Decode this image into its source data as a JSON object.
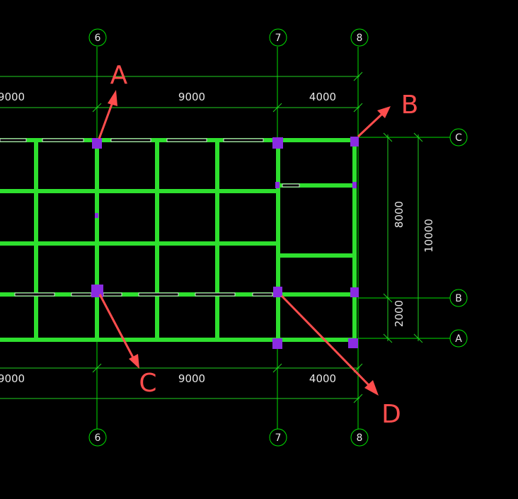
{
  "colors": {
    "background": "#000000",
    "grid_line": "#00e000",
    "dim_line": "#1fd01f",
    "dim_text": "#e6e6e6",
    "beam": "#2ee02e",
    "column": "#8a2be2",
    "opening": "#d9d9d9",
    "callout": "#ff4d4d"
  },
  "axes": {
    "vertical": [
      {
        "label": "6"
      },
      {
        "label": "7"
      },
      {
        "label": "8"
      }
    ],
    "horizontal": [
      {
        "label": "C"
      },
      {
        "label": "B"
      },
      {
        "label": "A"
      }
    ]
  },
  "dimensions": {
    "top": [
      "9000",
      "9000",
      "4000"
    ],
    "bottom": [
      "9000",
      "9000",
      "4000"
    ],
    "right_inner": [
      "8000",
      "2000"
    ],
    "right_outer": [
      "10000"
    ]
  },
  "callouts": [
    {
      "label": "A"
    },
    {
      "label": "B"
    },
    {
      "label": "C"
    },
    {
      "label": "D"
    }
  ]
}
